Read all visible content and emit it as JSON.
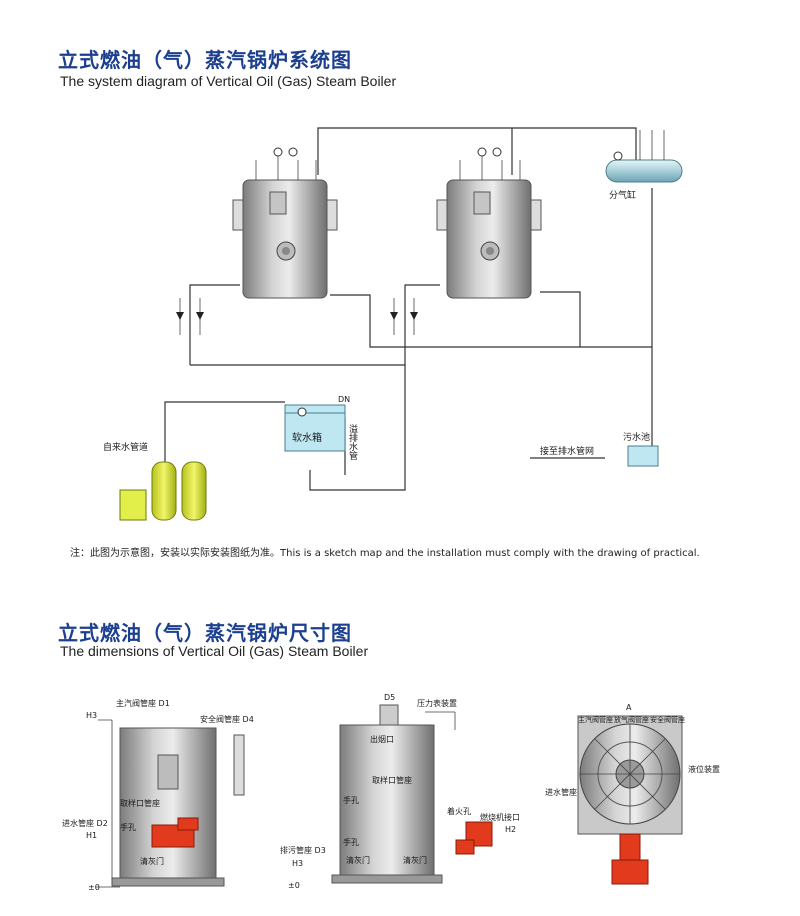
{
  "section1": {
    "title_cn": "立式燃油（气）蒸汽锅炉系统图",
    "title_en": "The system diagram of Vertical Oil (Gas) Steam Boiler"
  },
  "system_labels": {
    "steam_header": "分气缸",
    "tap_water": "自来水管道",
    "soft_water_tank": "软水箱",
    "overflow_drain": "溢排水管",
    "dn": "DN",
    "sewage_pool": "污水池",
    "drain_network": "接至排水管网"
  },
  "note": "注：此图为示意图，安装以实际安装图纸为准。This is a sketch map and the installation must comply with the drawing of practical.",
  "section2": {
    "title_cn": "立式燃油（气）蒸汽锅炉尺寸图",
    "title_en": "The dimensions of Vertical Oil (Gas) Steam Boiler"
  },
  "dimension_labels": {
    "main_steam_seat": "主汽阀管座 D1",
    "safety_valve_seat": "安全阀管座 D4",
    "h3": "H3",
    "sampling_seat": "取样口管座",
    "feedwater_seat": "进水管座 D2",
    "hand_hole": "手孔",
    "h1": "H1",
    "ash_door": "清灰门",
    "zero": "±0",
    "d5": "D5",
    "pressure_gauge": "压力表装置",
    "flue": "出烟口",
    "sampling_seat2": "取样口管座",
    "hand_hole2": "手孔",
    "ignition_hole": "着火孔",
    "burner_port": "燃烧机接口",
    "h2": "H2",
    "blowdown_seat": "排污管座 D3",
    "h3b": "H3",
    "hand_hole3": "手孔",
    "ash_door2": "清灰门",
    "ash_door3": "清灰门",
    "zero2": "±0",
    "a": "A",
    "top_main_steam": "主汽阀管座",
    "top_vent": "放气阀管座",
    "top_safety": "安全阀管座",
    "level_device": "液位装置",
    "feedwater_top": "进水管座"
  }
}
